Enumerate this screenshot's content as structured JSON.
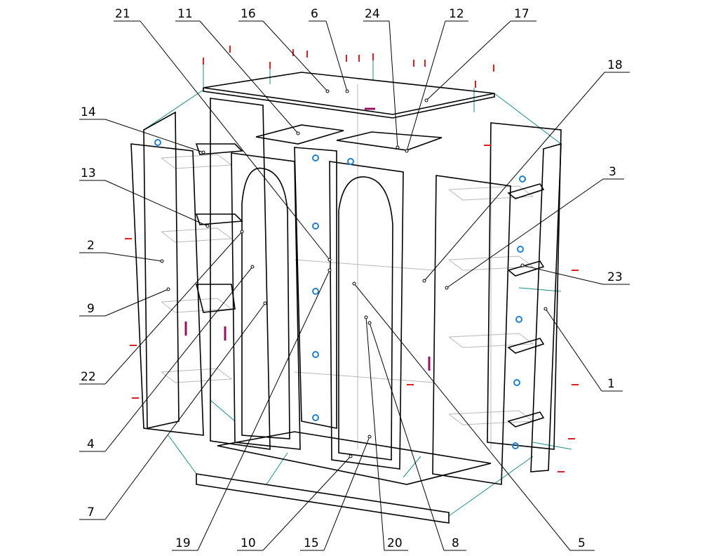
{
  "callouts": {
    "c21": "21",
    "c11": "11",
    "c16": "16",
    "c6": "6",
    "c24": "24",
    "c12": "12",
    "c17": "17",
    "c18": "18",
    "c3": "3",
    "c23": "23",
    "c1": "1",
    "c14": "14",
    "c13": "13",
    "c2": "2",
    "c9": "9",
    "c22": "22",
    "c4": "4",
    "c7": "7",
    "c19": "19",
    "c10": "10",
    "c15": "15",
    "c20": "20",
    "c8": "8",
    "c5": "5"
  },
  "colors": {
    "panel": "#000000",
    "hidden": "#b8b8b8",
    "fastener": "#e02020",
    "connector": "#1b8a8a",
    "cam": "#2080d0",
    "handle": "#9a1060"
  }
}
